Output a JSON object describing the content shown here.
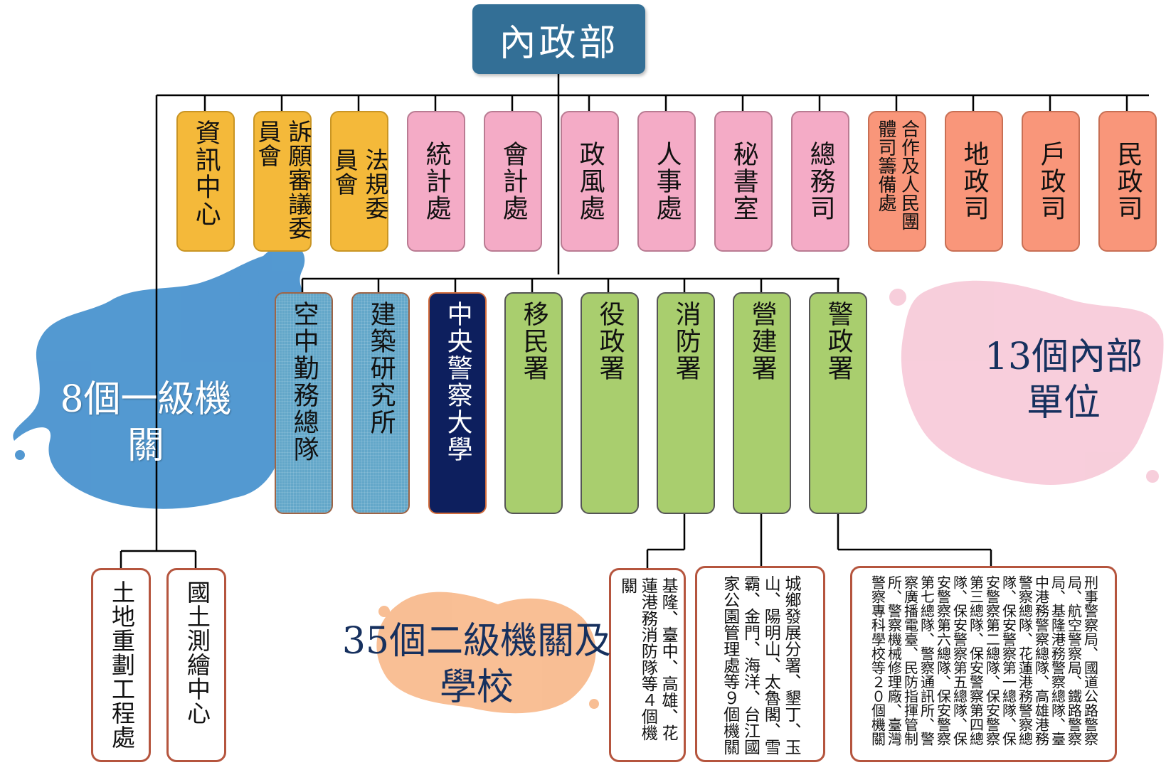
{
  "ministry": "內政部",
  "internal_units": [
    {
      "label": "資訊中心",
      "color": "yellow"
    },
    {
      "label": "訴願審議委員會",
      "color": "yellow"
    },
    {
      "label": "法規委員會",
      "color": "yellow"
    },
    {
      "label": "統計處",
      "color": "pink"
    },
    {
      "label": "會計處",
      "color": "pink"
    },
    {
      "label": "政風處",
      "color": "pink"
    },
    {
      "label": "人事處",
      "color": "pink"
    },
    {
      "label": "秘書室",
      "color": "pink"
    },
    {
      "label": "總務司",
      "color": "pink"
    },
    {
      "label": "合作及人民團體司籌備處",
      "color": "salmon"
    },
    {
      "label": "地政司",
      "color": "salmon"
    },
    {
      "label": "戶政司",
      "color": "salmon"
    },
    {
      "label": "民政司",
      "color": "salmon"
    }
  ],
  "first_level_agencies": [
    {
      "label": "空中勤務總隊",
      "color": "blue"
    },
    {
      "label": "建築研究所",
      "color": "blue"
    },
    {
      "label": "中央警察大學",
      "color": "navy"
    },
    {
      "label": "移民署",
      "color": "green"
    },
    {
      "label": "役政署",
      "color": "green"
    },
    {
      "label": "消防署",
      "color": "green"
    },
    {
      "label": "營建署",
      "color": "green"
    },
    {
      "label": "警政署",
      "color": "green"
    }
  ],
  "second_level_left": [
    {
      "label": "土地重劃工程處"
    },
    {
      "label": "國土測繪中心"
    }
  ],
  "second_level_fire": "基隆、臺中、高雄、花蓮港務消防隊等４個機關",
  "second_level_construction": "城鄉發展分署、墾丁、玉山、陽明山、太魯閣、雪霸、金門、海洋、台江國家公園管理處等９個機關",
  "second_level_police": "刑事警察局、國道公路警察局、航空警察局、鐵路警察局、基隆港務警察總隊、臺中港務警察總隊、高雄港務警察總隊、花蓮港務警察總隊、保安警察第一總隊、保安警察第二總隊、保安警察第三總隊、保安警察第四總隊、保安警察第五總隊、保安警察第六總隊、保安警察第七總隊、警察通訊所、警察廣播電臺、民防指揮管制所、警察機械修理廠、臺灣警察專科學校等２０個機關",
  "summary_labels": {
    "first_level": "8個一級機關",
    "internal": "13個內部單位",
    "second_level": "35個二級機關及學校"
  },
  "colors": {
    "ministry": "#336f96",
    "yellow": "#f4b93a",
    "pink": "#f4abc6",
    "salmon": "#f9967a",
    "blue": "#63a7c9",
    "navy": "#0d1f5e",
    "green": "#a9ce6e",
    "label_dark": "#16305e"
  }
}
